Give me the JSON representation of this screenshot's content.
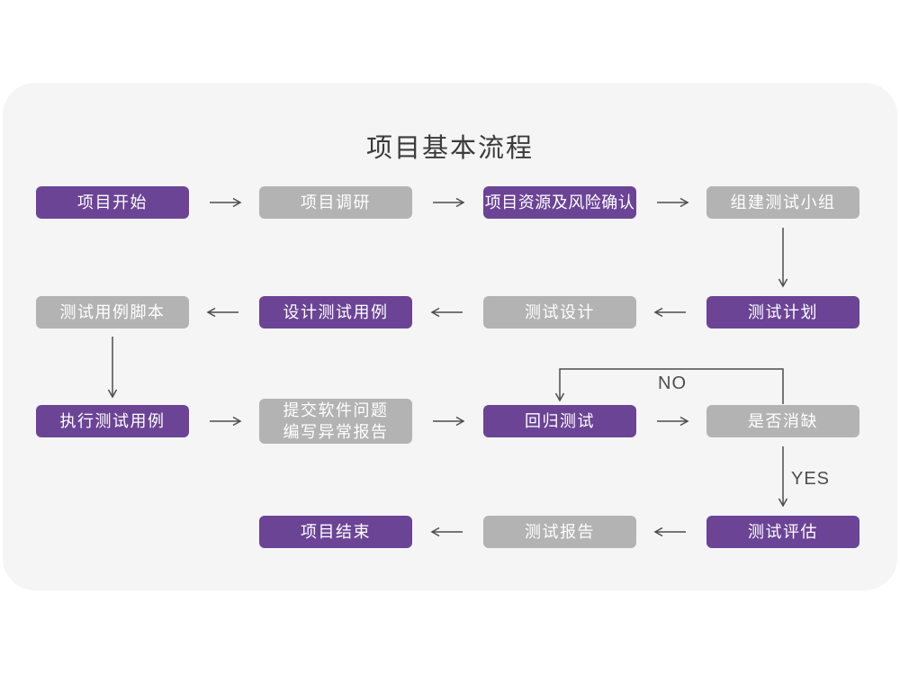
{
  "title": "项目基本流程",
  "colors": {
    "purple_node": "#6b4496",
    "gray_node": "#b3b3b3",
    "card_background": "#f5f5f6",
    "page_background": "#ffffff",
    "arrow": "#4d4d4d",
    "title_text": "#3b3b3b",
    "node_text": "#ffffff"
  },
  "branch_labels": {
    "no": "NO",
    "yes": "YES"
  },
  "nodes": [
    {
      "id": "project-start",
      "label": "项目开始",
      "type": "purple"
    },
    {
      "id": "project-research",
      "label": "项目调研",
      "type": "gray"
    },
    {
      "id": "resource-risk",
      "label": "项目资源及风险确认",
      "type": "purple"
    },
    {
      "id": "build-team",
      "label": "组建测试小组",
      "type": "gray"
    },
    {
      "id": "test-plan",
      "label": "测试计划",
      "type": "purple"
    },
    {
      "id": "test-design",
      "label": "测试设计",
      "type": "gray"
    },
    {
      "id": "design-cases",
      "label": "设计测试用例",
      "type": "purple"
    },
    {
      "id": "case-script",
      "label": "测试用例脚本",
      "type": "gray"
    },
    {
      "id": "execute-cases",
      "label": "执行测试用例",
      "type": "purple"
    },
    {
      "id": "submit-issues",
      "label": "提交软件问题",
      "label2": "编写异常报告",
      "type": "gray"
    },
    {
      "id": "regression-test",
      "label": "回归测试",
      "type": "purple"
    },
    {
      "id": "defect-cleared",
      "label": "是否消缺",
      "type": "gray"
    },
    {
      "id": "test-evaluate",
      "label": "测试评估",
      "type": "purple"
    },
    {
      "id": "test-report",
      "label": "测试报告",
      "type": "gray"
    },
    {
      "id": "project-end",
      "label": "项目结束",
      "type": "purple"
    }
  ],
  "edges": [
    {
      "from": "项目开始",
      "to": "项目调研"
    },
    {
      "from": "项目调研",
      "to": "项目资源及风险确认"
    },
    {
      "from": "项目资源及风险确认",
      "to": "组建测试小组"
    },
    {
      "from": "组建测试小组",
      "to": "测试计划"
    },
    {
      "from": "测试计划",
      "to": "测试设计"
    },
    {
      "from": "测试设计",
      "to": "设计测试用例"
    },
    {
      "from": "设计测试用例",
      "to": "测试用例脚本"
    },
    {
      "from": "测试用例脚本",
      "to": "执行测试用例"
    },
    {
      "from": "执行测试用例",
      "to": "提交软件问题编写异常报告"
    },
    {
      "from": "提交软件问题编写异常报告",
      "to": "回归测试"
    },
    {
      "from": "回归测试",
      "to": "是否消缺"
    },
    {
      "from": "是否消缺",
      "to": "回归测试",
      "label": "NO"
    },
    {
      "from": "是否消缺",
      "to": "测试评估",
      "label": "YES"
    },
    {
      "from": "测试评估",
      "to": "测试报告"
    },
    {
      "from": "测试报告",
      "to": "项目结束"
    }
  ]
}
